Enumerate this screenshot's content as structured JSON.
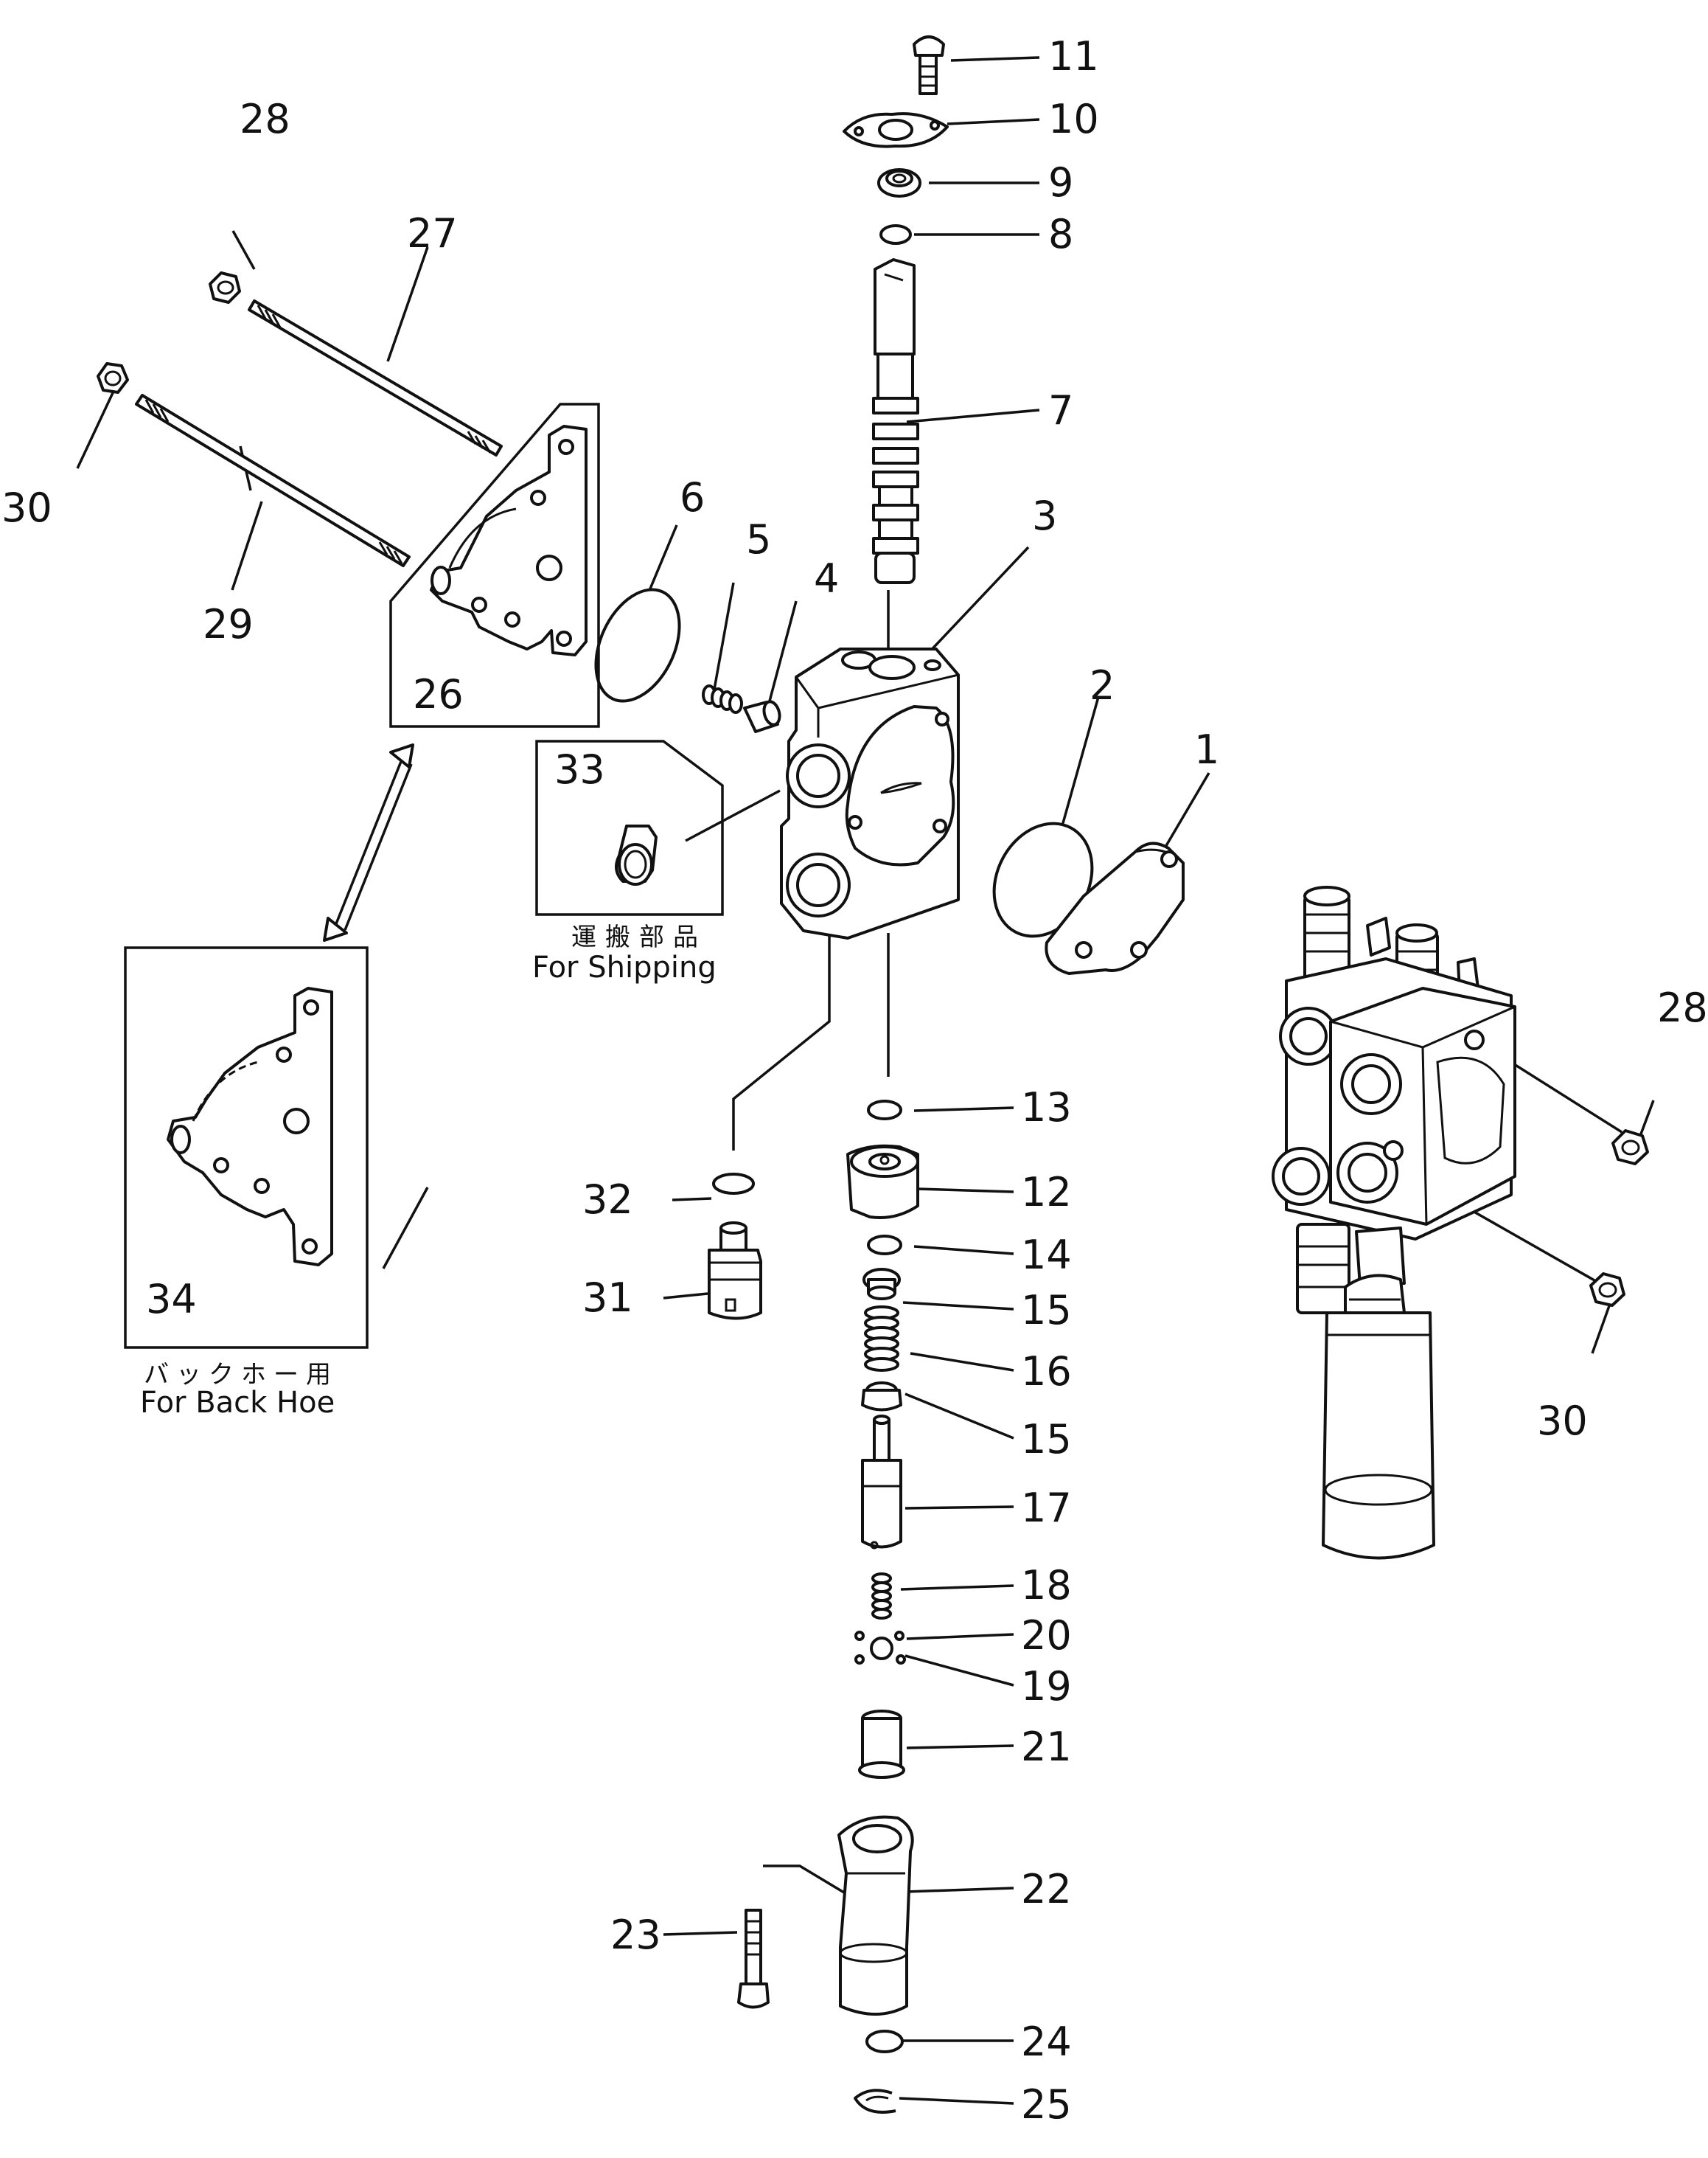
{
  "diagram": {
    "part_numbers": {
      "p1": "1",
      "p2": "2",
      "p3": "3",
      "p4": "4",
      "p5": "5",
      "p6": "6",
      "p7": "7",
      "p8": "8",
      "p9": "9",
      "p10": "10",
      "p11": "11",
      "p12": "12",
      "p13": "13",
      "p14": "14",
      "p15a": "15",
      "p15b": "15",
      "p16": "16",
      "p17": "17",
      "p18": "18",
      "p19": "19",
      "p20": "20",
      "p21": "21",
      "p22": "22",
      "p23": "23",
      "p24": "24",
      "p25": "25",
      "p26": "26",
      "p27": "27",
      "p28a": "28",
      "p28b": "28",
      "p29": "29",
      "p30a": "30",
      "p30b": "30",
      "p31": "31",
      "p32": "32",
      "p33": "33",
      "p34": "34"
    },
    "captions": {
      "shipping_jp": "運搬部品",
      "shipping_en": "For Shipping",
      "backhoe_jp": "バックホー用",
      "backhoe_en": "For Back Hoe"
    }
  }
}
